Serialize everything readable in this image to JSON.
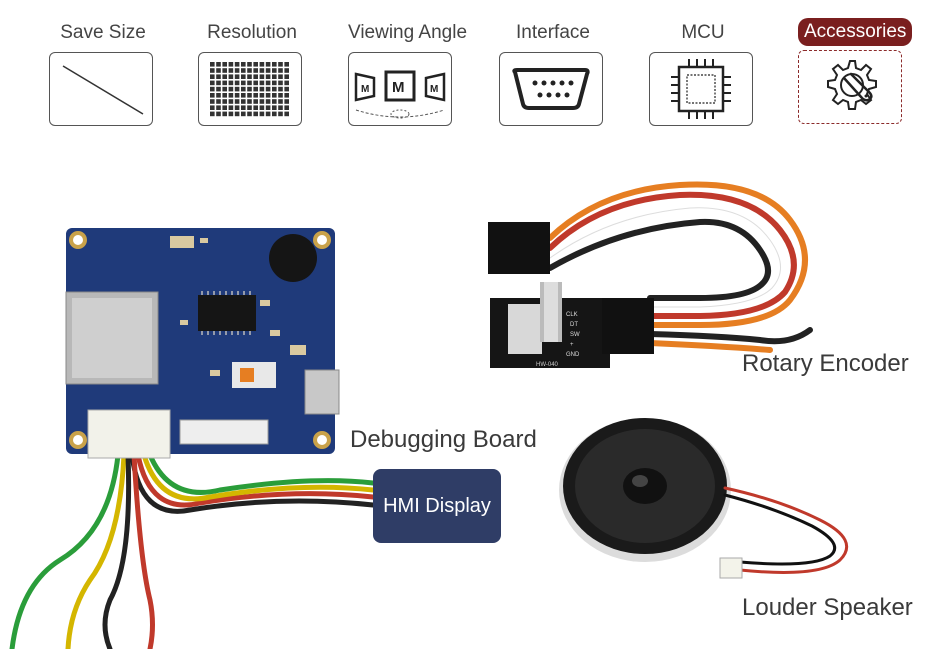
{
  "tabs": [
    {
      "label": "Save Size",
      "icon": "diagonal-line-icon",
      "active": false
    },
    {
      "label": "Resolution",
      "icon": "pixel-grid-icon",
      "active": false
    },
    {
      "label": "Viewing Angle",
      "icon": "viewing-angle-icon",
      "active": false
    },
    {
      "label": "Interface",
      "icon": "serial-port-icon",
      "active": false
    },
    {
      "label": "MCU",
      "icon": "chip-icon",
      "active": false
    },
    {
      "label": "Accessories",
      "icon": "gear-wrench-icon",
      "active": true
    }
  ],
  "accent_color": "#7a1f1f",
  "hmi_button": {
    "label": "HMI Display",
    "color": "#2f3d66"
  },
  "captions": {
    "debugging_board": "Debugging Board",
    "rotary_encoder": "Rotary Encoder",
    "louder_speaker": "Louder Speaker"
  }
}
